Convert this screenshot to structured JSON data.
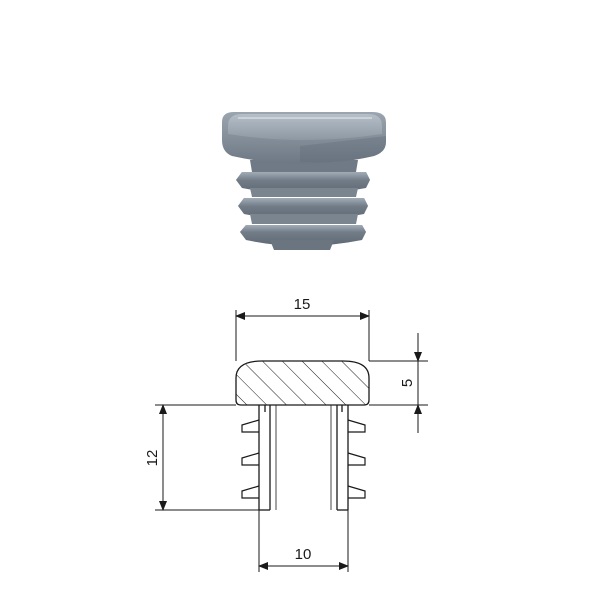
{
  "product_render": {
    "color_body": "#8a95a0",
    "color_highlight": "#c5ccd3",
    "color_shadow": "#5f6a75"
  },
  "drawing": {
    "dimensions": {
      "cap_width": "15",
      "cap_height": "5",
      "insert_length": "12",
      "insert_width": "10"
    },
    "line_color": "#1a1a1a"
  }
}
